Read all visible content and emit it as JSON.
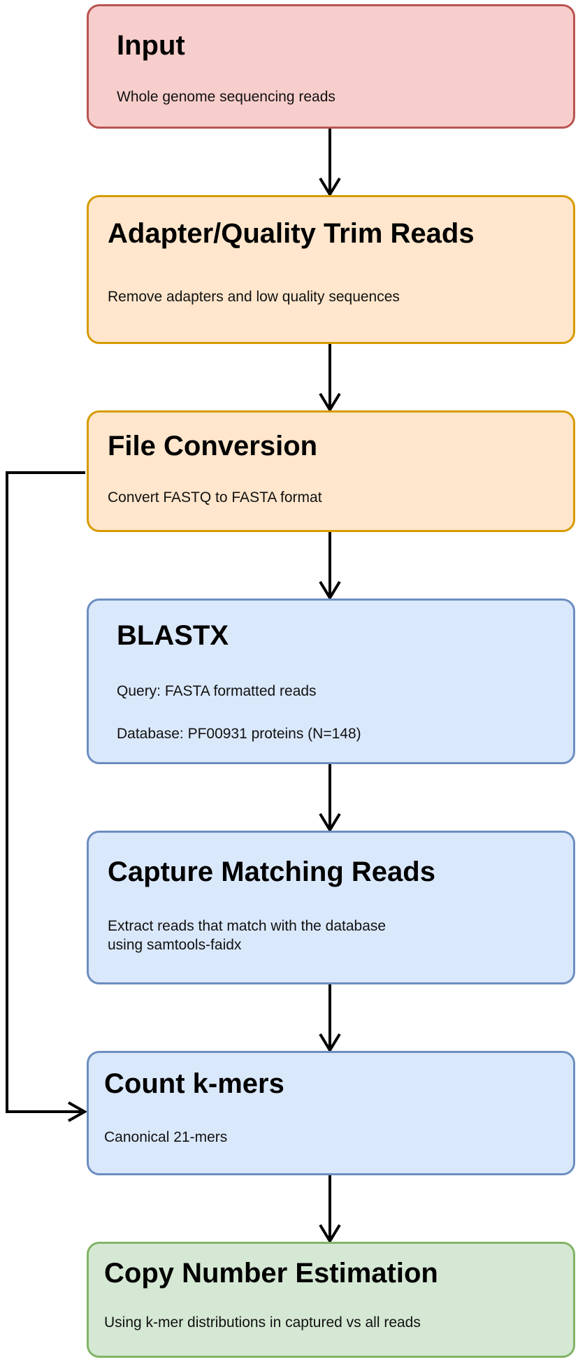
{
  "steps": [
    {
      "title": "Input",
      "lines": [
        "Whole genome sequencing reads"
      ],
      "color": "#f8cecc"
    },
    {
      "title": "Adapter/Quality Trim Reads",
      "lines": [
        "Remove adapters and low quality sequences"
      ],
      "color": "#ffe6cc"
    },
    {
      "title": "File Conversion",
      "lines": [
        "Convert FASTQ to FASTA format"
      ],
      "color": "#ffe6cc"
    },
    {
      "title": "BLASTX",
      "lines": [
        "Query: FASTA formatted reads",
        "Database: PF00931 proteins (N=148)"
      ],
      "color": "#dae8fc"
    },
    {
      "title": "Capture Matching Reads",
      "lines": [
        "Extract reads that match with the database",
        "using samtools-faidx"
      ],
      "color": "#dae8fc"
    },
    {
      "title": "Count k-mers",
      "lines": [
        "Canonical 21-mers"
      ],
      "color": "#dae8fc"
    },
    {
      "title": "Copy Number Estimation",
      "lines": [
        "Using k-mer distributions in captured vs all reads"
      ],
      "color": "#d5e8d4"
    }
  ]
}
